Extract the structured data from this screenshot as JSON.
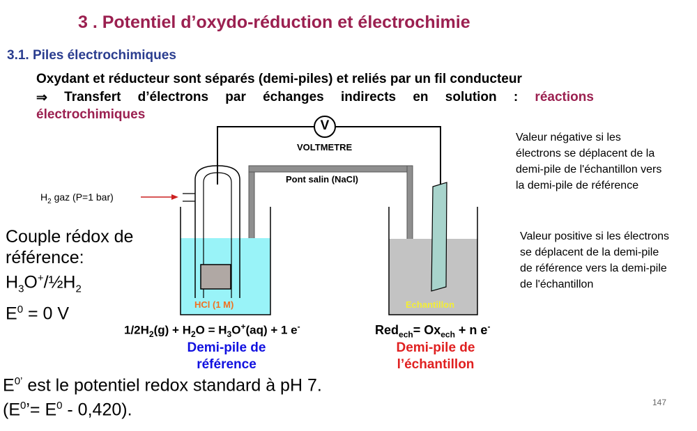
{
  "title": "3 . Potentiel d’oxydo-réduction et électrochimie",
  "subtitle": "3.1. Piles électrochimiques",
  "intro": {
    "line1": "Oxydant et réducteur sont séparés (demi-piles) et reliés par un fil conducteur",
    "arrow": "⇒",
    "words": [
      "Transfert",
      "d’électrons",
      "par",
      "échanges",
      "indirects",
      "en",
      "solution",
      ":"
    ],
    "highlight1": "réactions",
    "highlight2": "électrochimiques"
  },
  "diagram": {
    "voltmeter_symbol": "V",
    "voltmeter_label": "VOLTMETRE",
    "salt_bridge_label": "Pont salin (NaCl)",
    "gas_label": "H",
    "gas_sub": "2",
    "gas_rest": " gaz (P=1 bar)",
    "left_solution_label": "HCl (1 M)",
    "right_solution_label": "Echantillon",
    "colors": {
      "left_solution": "#99f3f8",
      "right_solution": "#c3c3c3",
      "left_label": "#f07020",
      "right_label": "#f3ee35",
      "electrode": "#a8d4cc",
      "arrow": "#cc2020"
    }
  },
  "notes": {
    "negative": "Valeur négative si les électrons se déplacent de la  demi-pile de l'échantillon vers la demi-pile de référence",
    "positive": "Valeur positive si les électrons se déplacent de la demi-pile de référence vers la demi-pile de l'échantillon"
  },
  "reference_couple": {
    "line1": "Couple rédox de",
    "line2": "référence:",
    "line3_parts": [
      "H",
      "3",
      "O",
      "+",
      "/½H",
      "2"
    ],
    "line4_parts": [
      "E",
      "0",
      " = 0 V"
    ]
  },
  "equations": {
    "left_parts": [
      "1/2H",
      "2",
      "(g) + H",
      "2",
      "O = H",
      "3",
      "O",
      "+",
      "(aq) + 1 e",
      "-"
    ],
    "right_parts": [
      "Red",
      "ech",
      "= Ox",
      "ech",
      " + n e",
      "-"
    ]
  },
  "labels": {
    "ref_line1": "Demi-pile de",
    "ref_line2": "référence",
    "ech_line1": "Demi-pile de",
    "ech_line2": "l’échantillon"
  },
  "bottom": {
    "line1_parts": [
      "E",
      "0’",
      " est le potentiel redox standard à pH 7."
    ],
    "line2_parts": [
      "(E",
      "0",
      "’= E",
      "0",
      " - 0,420)."
    ]
  },
  "page_number": "147"
}
